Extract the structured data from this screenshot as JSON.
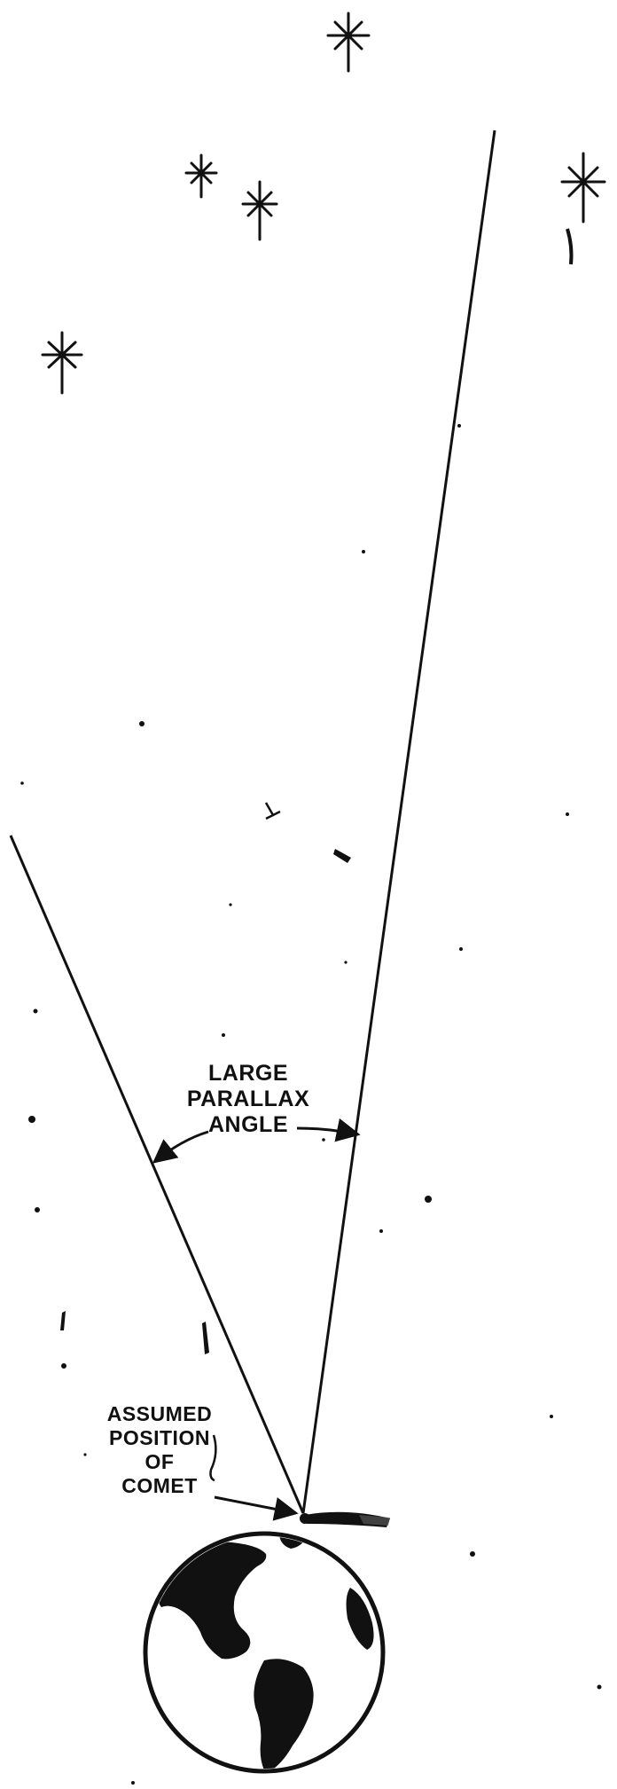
{
  "labels": {
    "parallax": [
      "LARGE",
      "PARALLAX",
      "ANGLE"
    ],
    "comet": [
      "ASSUMED",
      "POSITION",
      "OF",
      "COMET"
    ]
  },
  "colors": {
    "ink": "#111111",
    "background": "#ffffff"
  },
  "icons": [
    "star-icon",
    "earth-icon",
    "comet-icon"
  ]
}
